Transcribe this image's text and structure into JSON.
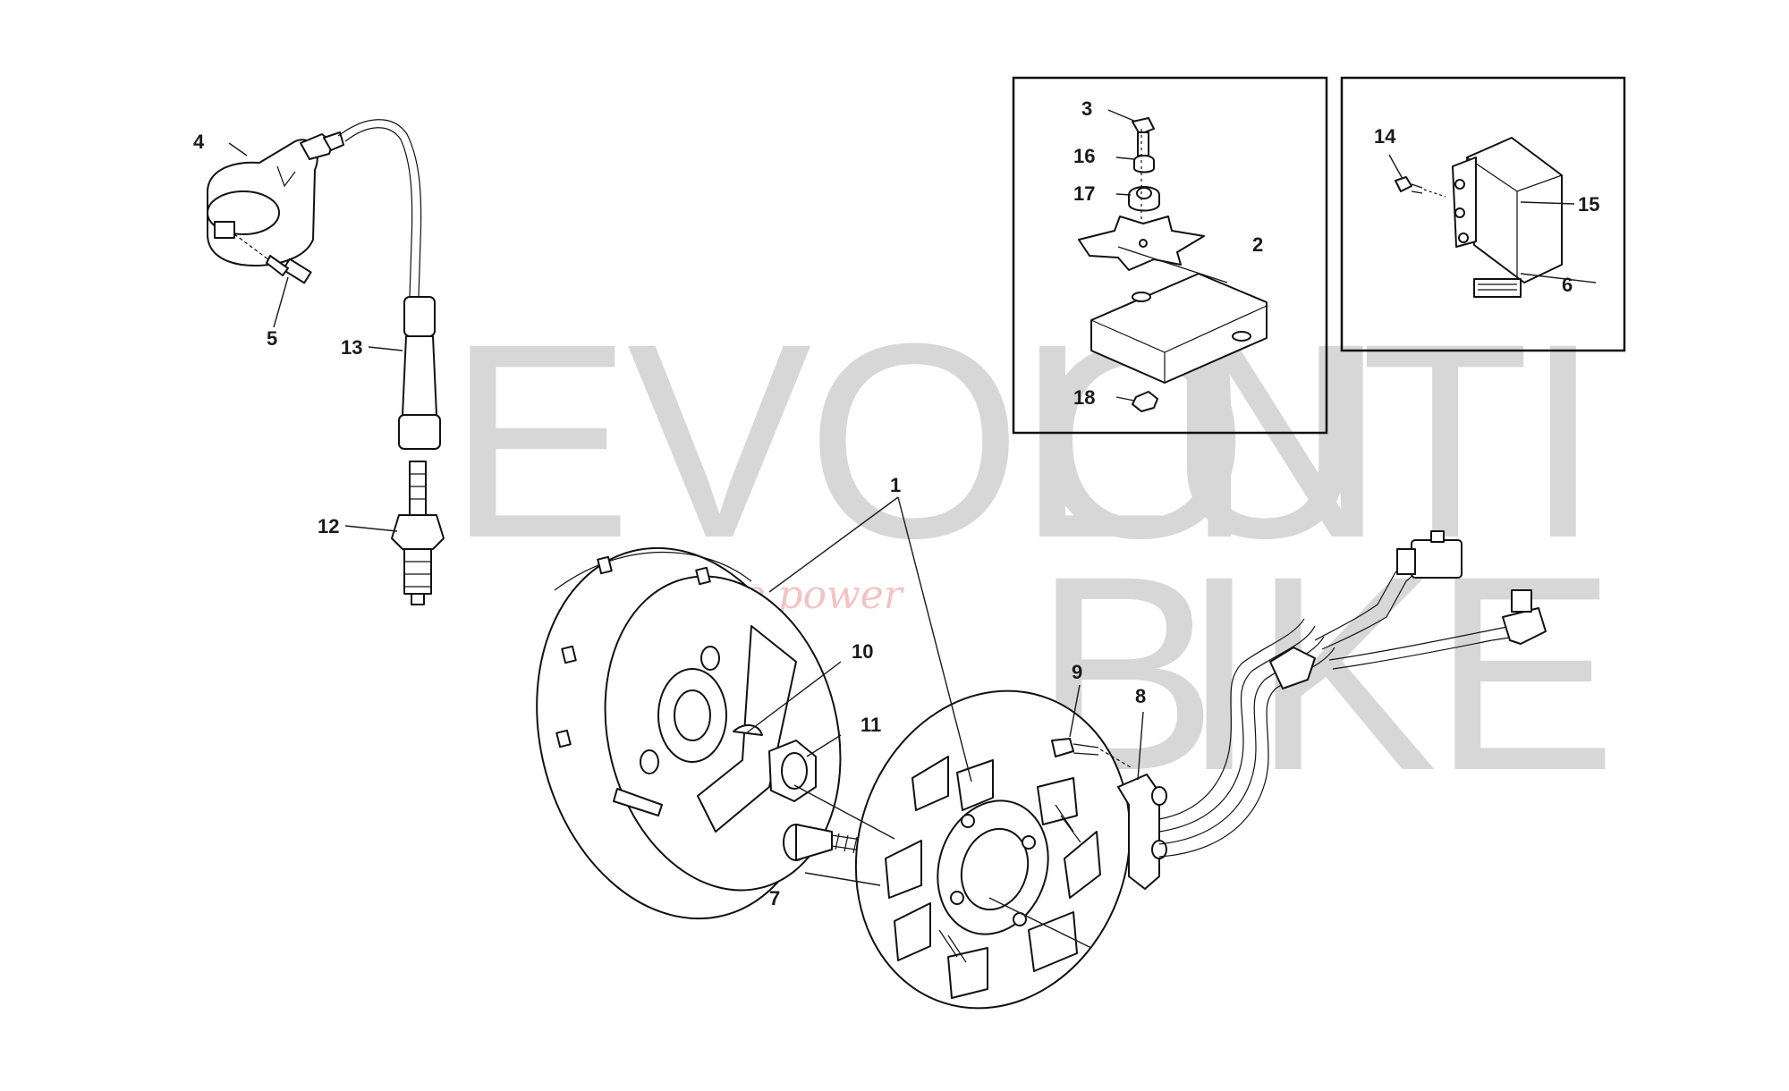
{
  "watermark": {
    "line1": "EVOLUTI",
    "o": "O",
    "n": "N",
    "b": "B",
    "ike": "IKE",
    "tagline": "ride the power"
  },
  "callouts": {
    "c1": "1",
    "c2": "2",
    "c3": "3",
    "c4": "4",
    "c5": "5",
    "c6": "6",
    "c7": "7",
    "c8": "8",
    "c9": "9",
    "c10": "10",
    "c11": "11",
    "c12": "12",
    "c13": "13",
    "c14": "14",
    "c15": "15",
    "c16": "16",
    "c17": "17",
    "c18": "18"
  }
}
